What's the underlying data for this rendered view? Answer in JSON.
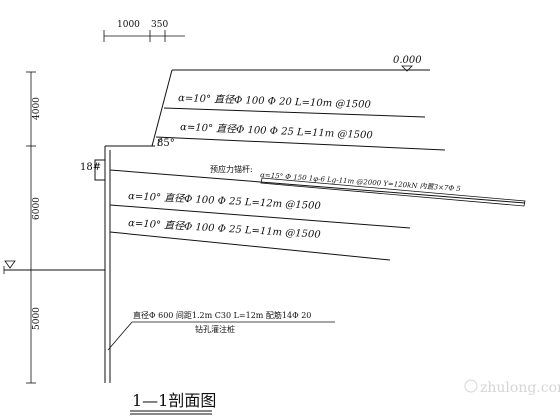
{
  "dims": {
    "top_left": "1000",
    "top_right": "350",
    "v_top": "4000",
    "v_mid": "6000",
    "v_bot": "5000"
  },
  "labels": {
    "ground_level": "0.000",
    "angle": "85°",
    "beam": "18#",
    "pile_note_1": "直径Φ 600  间距1.2m  C30  L=12m  配筋14Φ 20",
    "pile_note_2": "钻孔灌注桩",
    "section_title": "1—1剖面图"
  },
  "anchors": [
    "α=10°  直径Φ 100 Φ 20  L=10m  @1500",
    "α=10°  直径Φ 100 Φ 25  L=11m  @1500",
    "α=10°  直径Φ 100 Φ 25  L=12m  @1500",
    "α=10°  直径Φ 100 Φ 25  L=11m  @1500"
  ],
  "prestressed": {
    "prefix": "预应力锚杆:",
    "detail": "α=15°  Φ 150   1φ-6    Lg-11m   @2000     Y=120kN   内置3×7Φ 5"
  },
  "watermark": "zhulong.com"
}
